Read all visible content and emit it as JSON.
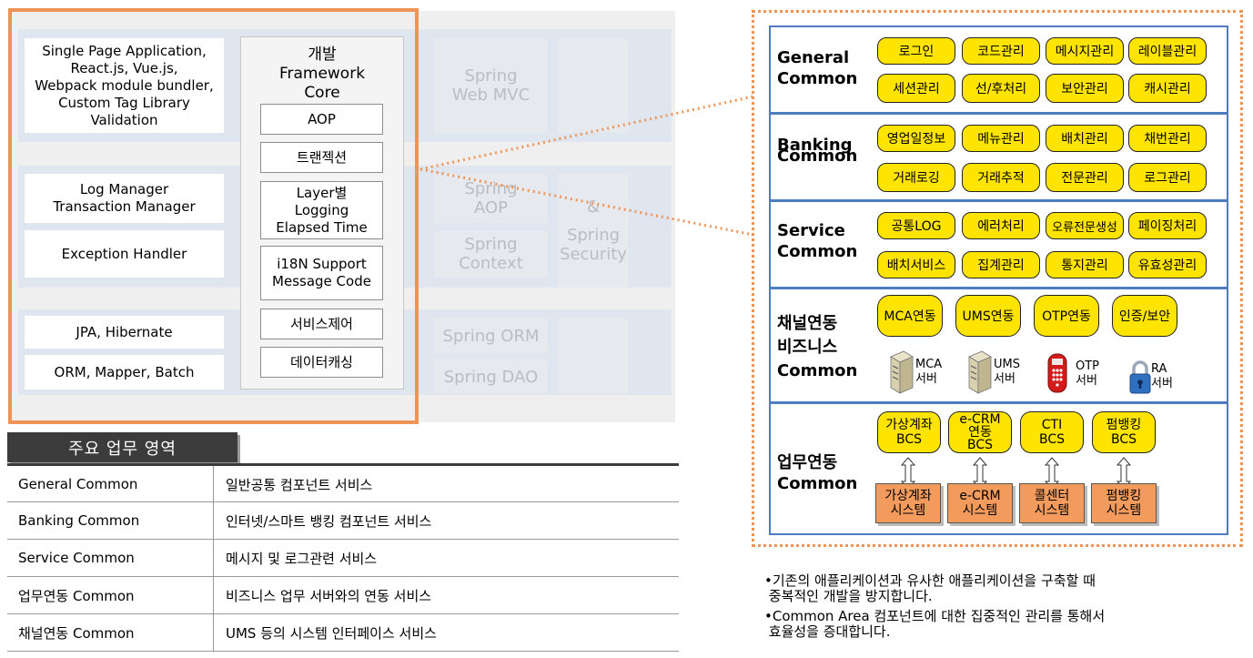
{
  "left": {
    "web_box": [
      "Single Page Application,",
      "React.js, Vue.js,",
      "Webpack module bundler,",
      "Custom Tag Library",
      "Validation"
    ],
    "log_box": [
      "Log Manager",
      "Transaction Manager"
    ],
    "exception": "Exception Handler",
    "jpa": "JPA, Hibernate",
    "orm": "ORM, Mapper, Batch",
    "core": {
      "title": [
        "개발",
        "Framework",
        "Core"
      ],
      "items": [
        {
          "lines": [
            "AOP"
          ]
        },
        {
          "lines": [
            "트랜젝션"
          ]
        },
        {
          "lines": [
            "Layer별",
            "Logging",
            "Elapsed Time"
          ]
        },
        {
          "lines": [
            "i18N Support",
            "Message Code"
          ]
        },
        {
          "lines": [
            "서비스제어"
          ]
        },
        {
          "lines": [
            "데이터캐싱"
          ]
        }
      ]
    },
    "spring": {
      "mvc": [
        "Spring",
        "Web MVC"
      ],
      "aop": [
        "Spring",
        "AOP"
      ],
      "context": [
        "Spring",
        "Context"
      ],
      "security": [
        "&",
        "Spring",
        "Security"
      ],
      "orm": "Spring ORM",
      "dao": "Spring DAO"
    }
  },
  "table": {
    "header": "주요 업무 영역",
    "rows": [
      {
        "name": "General Common",
        "desc": "일반공통 컴포넌트 서비스"
      },
      {
        "name": "Banking Common",
        "desc": "인터넷/스마트 뱅킹 컴포넌트 서비스"
      },
      {
        "name": "Service Common",
        "desc": "메시지 및 로그관련 서비스"
      },
      {
        "name": "업무연동 Common",
        "desc": "비즈니스 업무 서버와의 연동 서비스"
      },
      {
        "name": "채널연동 Common",
        "desc": "UMS 등의 시스템 인터페이스 서비스"
      }
    ]
  },
  "right": {
    "general": {
      "title": [
        "General",
        "Common"
      ],
      "pills": [
        "로그인",
        "코드관리",
        "메시지관리",
        "레이블관리",
        "세션관리",
        "선/후처리",
        "보안관리",
        "캐시관리"
      ]
    },
    "banking": {
      "title": [
        "Banking",
        "Common"
      ],
      "pills": [
        "영업일정보",
        "메뉴관리",
        "배치관리",
        "채번관리",
        "거래로깅",
        "거래추적",
        "전문관리",
        "로그관리"
      ]
    },
    "service": {
      "title": [
        "Service",
        "Common"
      ],
      "pills": [
        "공통LOG",
        "에러처리",
        "오류전문생성",
        "페이징처리",
        "배치서비스",
        "집계관리",
        "통지관리",
        "유효성관리"
      ]
    },
    "channel": {
      "title": [
        "채널연동",
        "비즈니스",
        "Common"
      ],
      "pills": [
        "MCA연동",
        "UMS연동",
        "OTP연동",
        "인증/보안"
      ],
      "servers": [
        {
          "label": [
            "MCA",
            "서버"
          ],
          "icon": "server-icon"
        },
        {
          "label": [
            "UMS",
            "서버"
          ],
          "icon": "server-icon"
        },
        {
          "label": [
            "OTP",
            "서버"
          ],
          "icon": "otp-token-icon"
        },
        {
          "label": [
            "RA",
            "서버"
          ],
          "icon": "lock-icon"
        }
      ]
    },
    "business": {
      "title": [
        "업무연동",
        "Common"
      ],
      "bcs": [
        [
          "가상계좌",
          "BCS"
        ],
        [
          "e-CRM",
          "연동",
          "BCS"
        ],
        [
          "CTI",
          "BCS"
        ],
        [
          "펌뱅킹",
          "BCS"
        ]
      ],
      "systems": [
        [
          "가상계좌",
          "시스템"
        ],
        [
          "e-CRM",
          "시스템"
        ],
        [
          "콜센터",
          "시스템"
        ],
        [
          "펌뱅킹",
          "시스템"
        ]
      ]
    },
    "notes": [
      [
        "•기존의 애플리케이션과 유사한 애플리케이션을 구축할 때",
        " 중복적인 개발을 방지합니다."
      ],
      [
        "•Common Area 컴포넌트에 대한 집중적인 관리를 통해서",
        " 효율성을 증대합니다."
      ]
    ]
  },
  "colors": {
    "orange": "#ef9457",
    "yellow": "#ffe400",
    "blue": "#4f7cc0",
    "system": "#f39a5d"
  }
}
